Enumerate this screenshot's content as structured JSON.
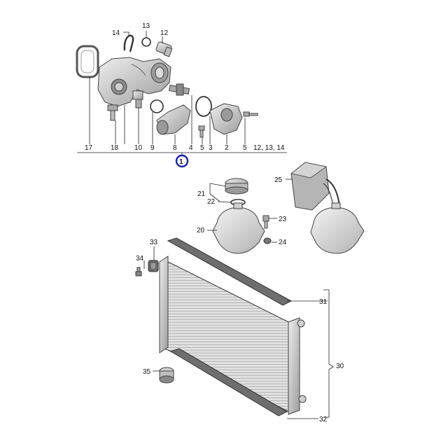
{
  "diagram": {
    "ref_marker": "1",
    "colors": {
      "part_fill": "#d9d9d9",
      "part_shade": "#a9a9a9",
      "outline": "#444444",
      "marker": "#1a22b8"
    },
    "top_assembly_callouts": [
      "17",
      "18",
      "10",
      "9",
      "8",
      "4",
      "5",
      "3",
      "2",
      "5",
      "12, 13, 14"
    ],
    "top_labels": {
      "14": "14",
      "13": "13",
      "12": "12"
    },
    "reservoir_labels": {
      "21": "21",
      "22": "22",
      "20": "20",
      "23": "23",
      "24": "24",
      "25": "25"
    },
    "radiator_labels": {
      "33": "33",
      "34": "34",
      "31": "31",
      "30": "30",
      "35": "35",
      "32": "32"
    }
  }
}
